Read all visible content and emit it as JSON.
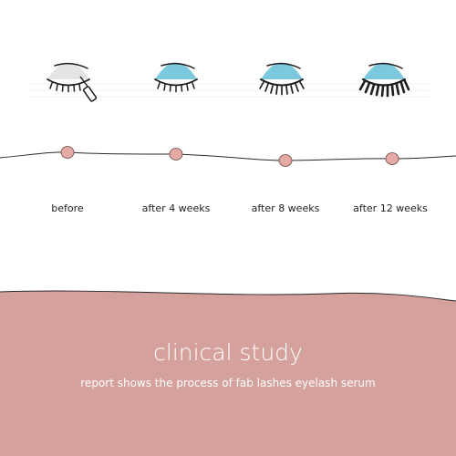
{
  "stages": [
    {
      "label": "before"
    },
    {
      "label": "after 4 weeks"
    },
    {
      "label": "after 8 weeks"
    },
    {
      "label": "after 12 weeks"
    }
  ],
  "banner": {
    "title": "clinical study",
    "subtitle": "report shows the process of fab lashes eyelash serum"
  },
  "colors": {
    "banner": "#d4a19d",
    "dot": "#e5aaa4",
    "lid_before": "#e4e4e4",
    "lid_after": "#7cc9dd",
    "ink": "#1e1e1e"
  },
  "icons": [
    "eye-with-mascara-icon",
    "closed-eye-icon",
    "closed-eye-icon",
    "closed-eye-icon"
  ]
}
